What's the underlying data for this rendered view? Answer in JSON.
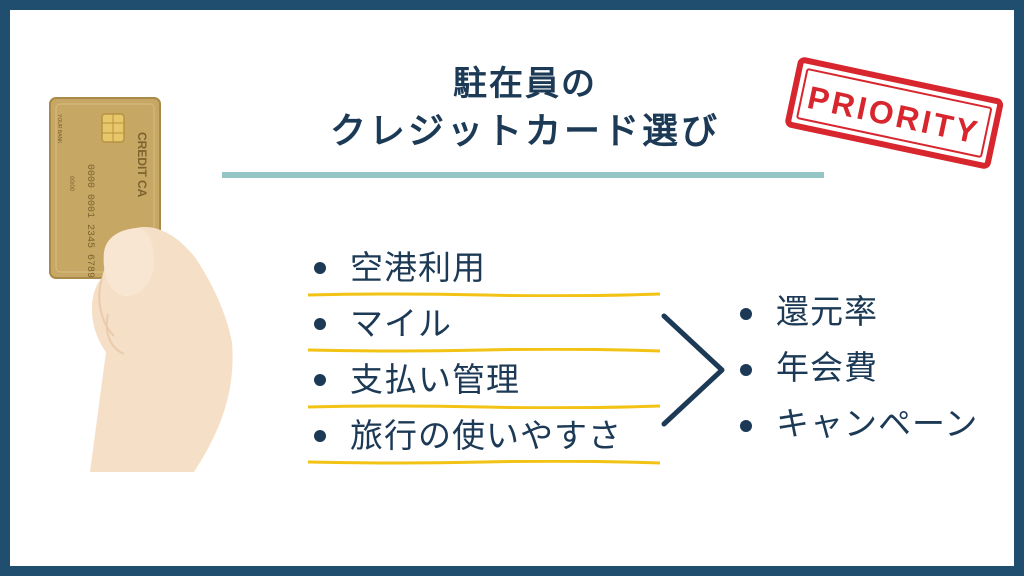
{
  "title": {
    "line1": "駐在員の",
    "line2": "クレジットカード選び"
  },
  "stamp": {
    "text": "PRIORITY",
    "color": "#d8262e"
  },
  "card": {
    "brand_text": "CREDIT CA",
    "number_text": "0000 0001 2345 6789",
    "expiry_text": "00/00",
    "bank_text": "YOUR BANK"
  },
  "left_items": [
    {
      "label": "空港利用"
    },
    {
      "label": "マイル"
    },
    {
      "label": "支払い管理"
    },
    {
      "label": "旅行の使いやすさ"
    }
  ],
  "right_items": [
    {
      "label": "還元率"
    },
    {
      "label": "年会費"
    },
    {
      "label": "キャンペーン"
    }
  ],
  "colors": {
    "border": "#1f4e6e",
    "text": "#1c3a56",
    "underline_title": "#94c6c6",
    "underline_items": "#f2c314",
    "card_gold": "#c7a764",
    "skin": "#f6dfc7"
  }
}
